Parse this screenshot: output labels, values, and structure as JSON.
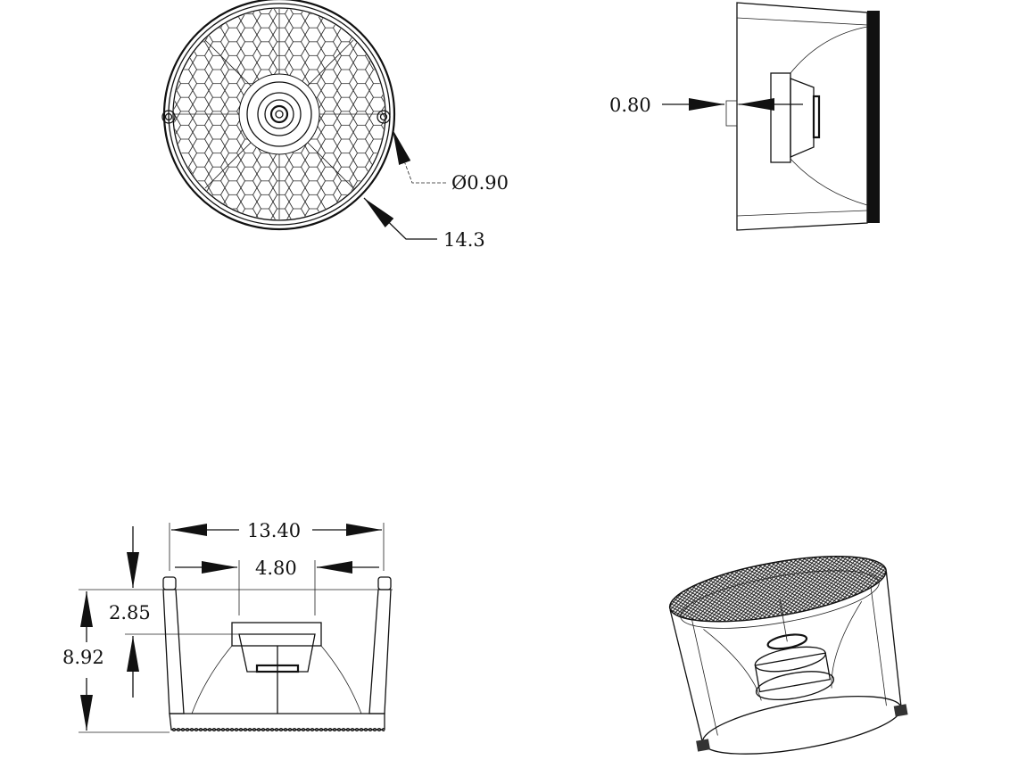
{
  "drawing": {
    "front_view": {
      "hole_diameter": "Ø0.90",
      "outer_diameter": "14.3"
    },
    "side_view": {
      "offset": "0.80"
    },
    "section_view": {
      "overall_width": "13.40",
      "inner_width": "4.80",
      "top_depth": "2.85",
      "overall_height": "8.92"
    },
    "isometric_view": {}
  },
  "colors": {
    "line": "#111111",
    "background": "#ffffff"
  }
}
